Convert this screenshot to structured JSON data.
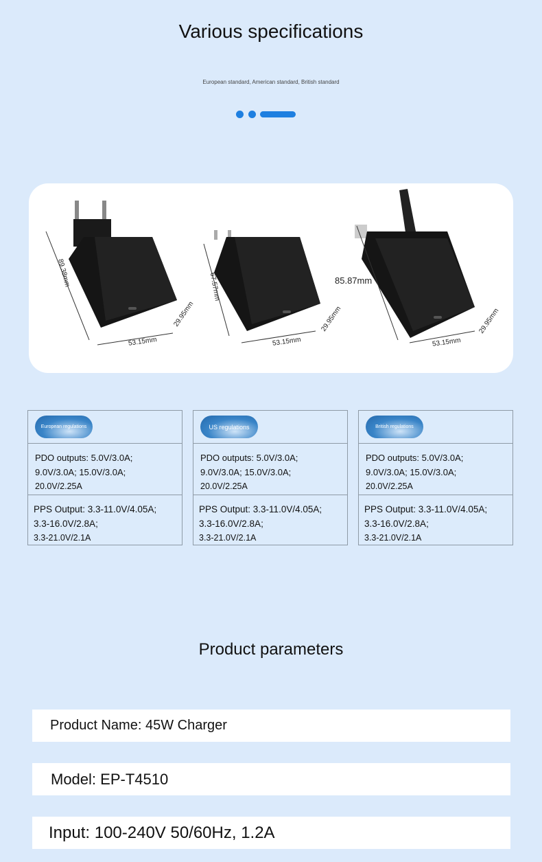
{
  "header": {
    "title": "Various specifications",
    "subtitle": "European standard, American standard, British standard"
  },
  "carousel": {
    "slides": 3,
    "active": 3,
    "color": "#1e7fe0"
  },
  "chargers": [
    {
      "type": "EU",
      "height": "89.38mm",
      "width": "53.15mm",
      "depth": "29.95mm"
    },
    {
      "type": "US",
      "height": "67.57mm",
      "width": "53.15mm",
      "depth": "29.95mm"
    },
    {
      "type": "UK",
      "height": "85.87mm",
      "width": "53.15mm",
      "depth": "29.95mm"
    }
  ],
  "specs": [
    {
      "badge": "European regulations",
      "pdo": [
        "PDO outputs: 5.0V/3.0A;",
        "9.0V/3.0A; 15.0V/3.0A;",
        "20.0V/2.25A"
      ],
      "pps": [
        "PPS Output: 3.3-11.0V/4.05A;",
        "3.3-16.0V/2.8A;",
        "3.3-21.0V/2.1A"
      ]
    },
    {
      "badge": "US regulations",
      "pdo": [
        "PDO outputs: 5.0V/3.0A;",
        "9.0V/3.0A; 15.0V/3.0A;",
        "20.0V/2.25A"
      ],
      "pps": [
        "PPS Output: 3.3-11.0V/4.05A;",
        "3.3-16.0V/2.8A;",
        "3.3-21.0V/2.1A"
      ]
    },
    {
      "badge": "British regulations",
      "pdo": [
        "PDO outputs: 5.0V/3.0A;",
        "9.0V/3.0A; 15.0V/3.0A;",
        "20.0V/2.25A"
      ],
      "pps": [
        "PPS Output: 3.3-11.0V/4.05A;",
        "3.3-16.0V/2.8A;",
        "3.3-21.0V/2.1A"
      ]
    }
  ],
  "parameters": {
    "title": "Product parameters",
    "rows": [
      "Product Name: 45W Charger",
      "Model: EP-T4510",
      "Input: 100-240V 50/60Hz, 1.2A"
    ]
  }
}
